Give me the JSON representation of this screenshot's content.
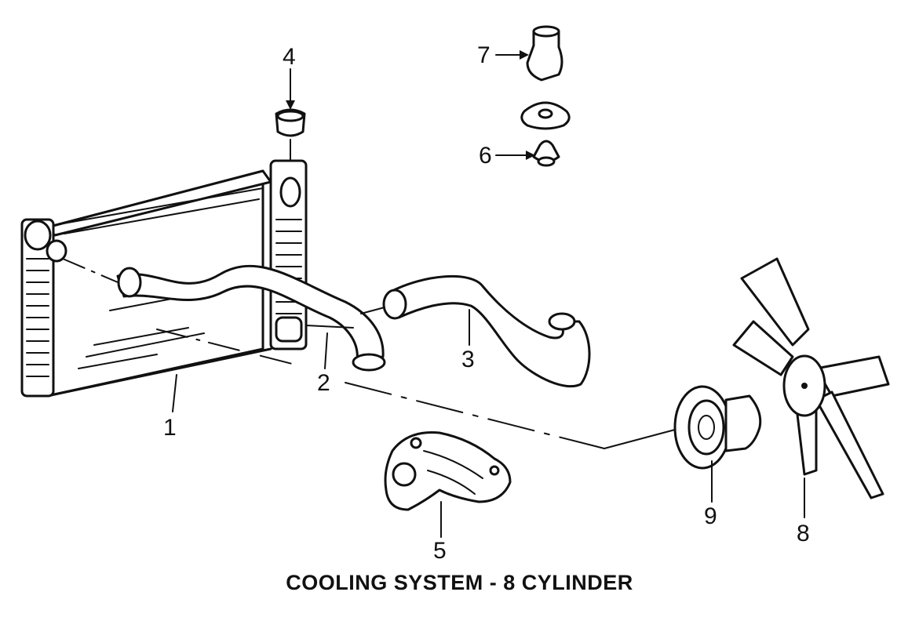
{
  "caption": "COOLING SYSTEM - 8 CYLINDER",
  "callouts": [
    "1",
    "2",
    "3",
    "4",
    "5",
    "6",
    "7",
    "8",
    "9"
  ],
  "ink_color": "#111111",
  "background_color": "#ffffff"
}
